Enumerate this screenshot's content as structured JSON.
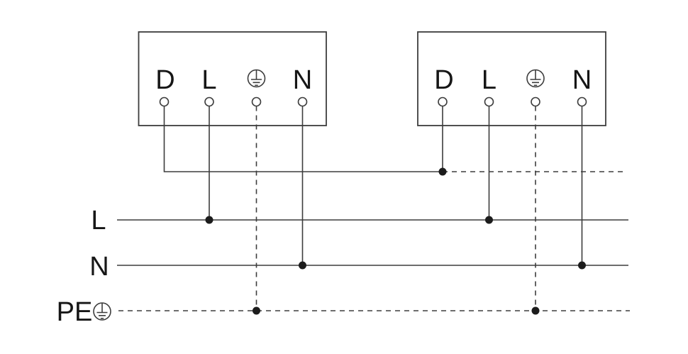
{
  "diagram": {
    "type": "wiring-diagram",
    "background_color": "#ffffff",
    "line_color": "#3d3d3d",
    "text_color": "#161616",
    "junction_color": "#1c1c1c",
    "devices": [
      {
        "terminals": [
          {
            "label": "D"
          },
          {
            "label": "L"
          },
          {
            "label": "",
            "icon": "protective-earth-icon"
          },
          {
            "label": "N"
          }
        ]
      },
      {
        "terminals": [
          {
            "label": "D"
          },
          {
            "label": "L"
          },
          {
            "label": "",
            "icon": "protective-earth-icon"
          },
          {
            "label": "N"
          }
        ]
      }
    ],
    "supply_lines": [
      {
        "label": "L",
        "style": "solid"
      },
      {
        "label": "N",
        "style": "solid"
      },
      {
        "label": "PE",
        "style": "dashed",
        "icon": "protective-earth-icon"
      }
    ]
  }
}
